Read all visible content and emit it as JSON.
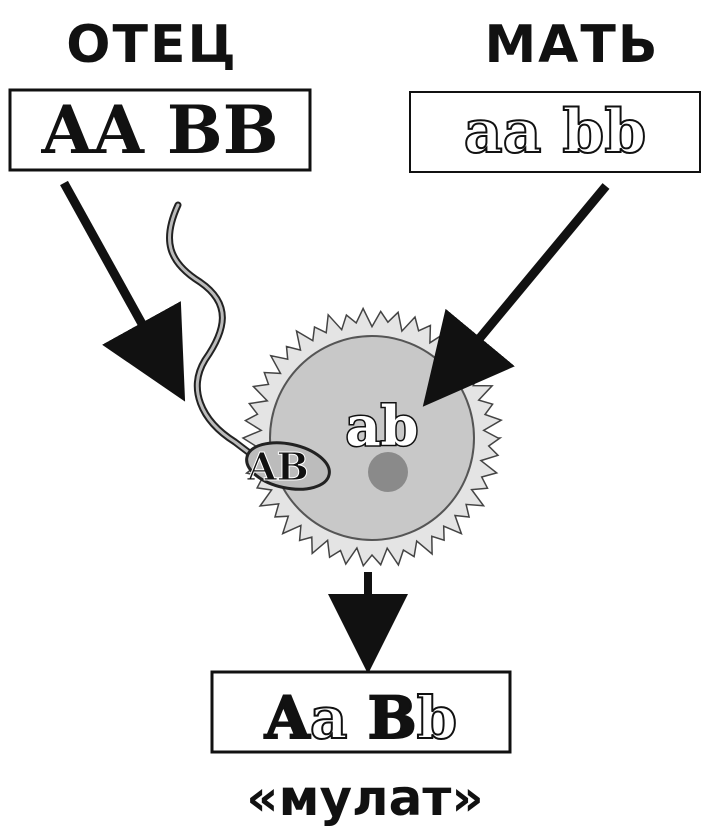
{
  "father": {
    "title": "ОТЕЦ",
    "genotype": "AA BB"
  },
  "mother": {
    "title": "МАТЬ",
    "genotype": "aa bb"
  },
  "gametes": {
    "sperm": "AB",
    "egg": "ab"
  },
  "offspring": {
    "genotype_parts": [
      "A",
      "a",
      " ",
      "B",
      "b"
    ],
    "label": "«мулат»"
  },
  "colors": {
    "ink": "#111111",
    "egg_fill": "#c8c8c8",
    "egg_outer": "#e4e4e4",
    "nucleus": "#8a8a8a"
  }
}
